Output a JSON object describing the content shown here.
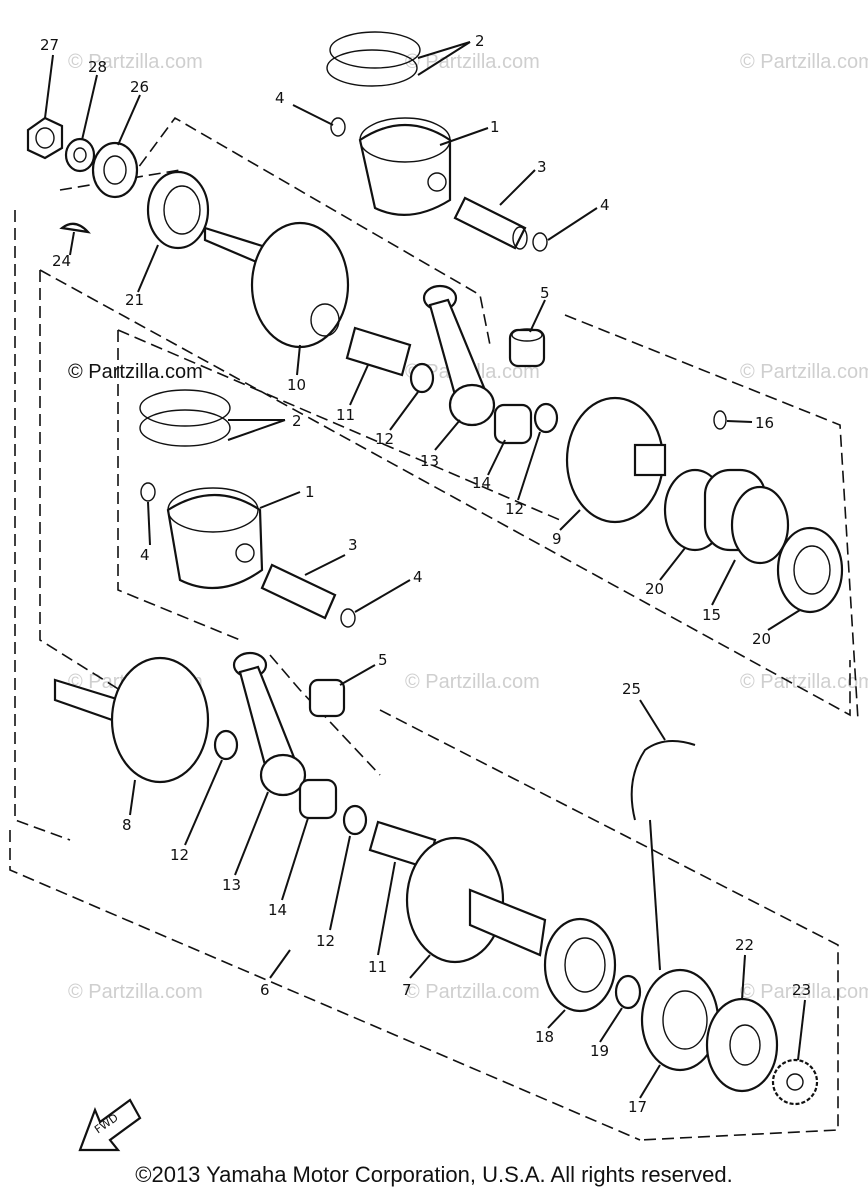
{
  "watermarks": [
    "© Partzilla.com",
    "© Partzilla.com",
    "© Partzilla.com",
    "© Partzilla.com",
    "© Partzilla.com",
    "© Partzilla.com",
    "© Partzilla.com",
    "© Partzilla.com",
    "© Partzilla.com",
    "© Partzilla.com",
    "© Partzilla.com",
    "© Partzilla.com"
  ],
  "callouts": [
    "27",
    "28",
    "26",
    "2",
    "4",
    "1",
    "3",
    "4",
    "24",
    "21",
    "10",
    "5",
    "11",
    "12",
    "13",
    "14",
    "12",
    "9",
    "16",
    "20",
    "15",
    "20",
    "2",
    "1",
    "4",
    "3",
    "4",
    "5",
    "25",
    "8",
    "12",
    "13",
    "14",
    "12",
    "11",
    "6",
    "7",
    "18",
    "19",
    "17",
    "22",
    "23"
  ],
  "fwd_label": "FWD",
  "copyright": "©2013  Yamaha Motor Corporation, U.S.A. All rights reserved."
}
